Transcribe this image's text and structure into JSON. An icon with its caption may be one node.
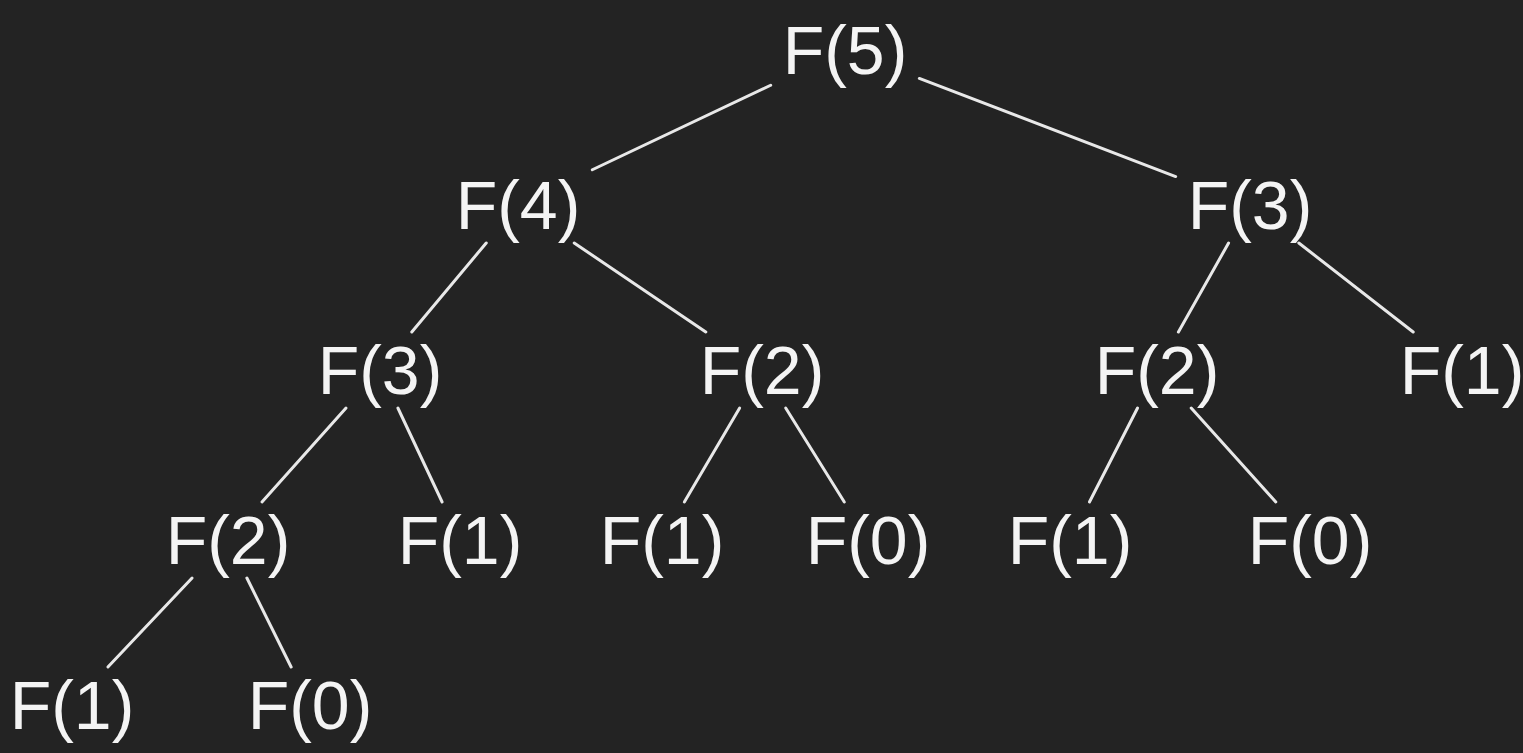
{
  "diagram": {
    "nodes": [
      {
        "text": [
          "F(5)"
        ]
      },
      {
        "text": [
          "F(4)"
        ]
      },
      {
        "text": [
          "F(3)"
        ]
      },
      {
        "text": [
          "F(3)"
        ]
      },
      {
        "text": [
          "F(2)"
        ]
      },
      {
        "text": [
          "F(2)"
        ]
      },
      {
        "text": [
          "F(1)"
        ]
      },
      {
        "text": [
          "F(2)"
        ]
      },
      {
        "text": [
          "F(1)"
        ]
      },
      {
        "text": [
          "F(1)"
        ]
      },
      {
        "text": [
          "F(0)"
        ]
      },
      {
        "text": [
          "F(1)"
        ]
      },
      {
        "text": [
          "F(0)"
        ]
      },
      {
        "text": [
          "F(1)"
        ]
      },
      {
        "text": [
          "F(0)"
        ]
      }
    ],
    "edges": [
      {
        "from": 0,
        "to": 1,
        "arrow": "none"
      },
      {
        "from": 0,
        "to": 2,
        "arrow": "none"
      },
      {
        "from": 1,
        "to": 3,
        "arrow": "none"
      },
      {
        "from": 1,
        "to": 4,
        "arrow": "none"
      },
      {
        "from": 2,
        "to": 5,
        "arrow": "none"
      },
      {
        "from": 2,
        "to": 6,
        "arrow": "none"
      },
      {
        "from": 3,
        "to": 7,
        "arrow": "none"
      },
      {
        "from": 3,
        "to": 8,
        "arrow": "none"
      },
      {
        "from": 4,
        "to": 9,
        "arrow": "none"
      },
      {
        "from": 4,
        "to": 10,
        "arrow": "none"
      },
      {
        "from": 5,
        "to": 11,
        "arrow": "none"
      },
      {
        "from": 5,
        "to": 12,
        "arrow": "none"
      },
      {
        "from": 7,
        "to": 13,
        "arrow": "none"
      },
      {
        "from": 7,
        "to": 14,
        "arrow": "none"
      }
    ]
  }
}
